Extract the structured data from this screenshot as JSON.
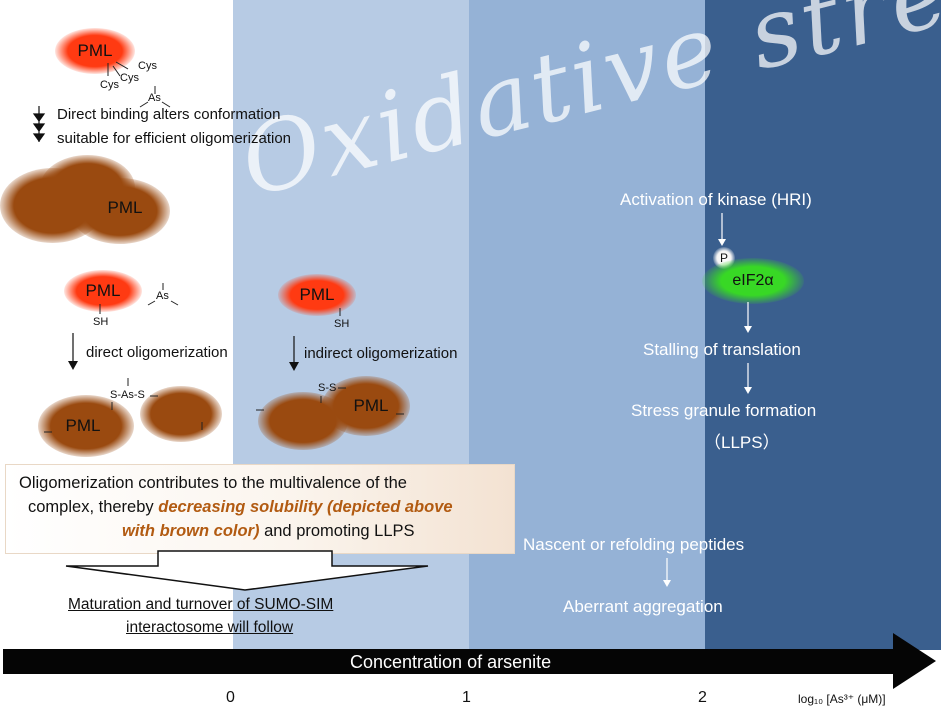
{
  "colors": {
    "band_left": "#ffffff",
    "band_1": "#b7cbe4",
    "band_2": "#95b2d6",
    "band_3": "#3a5f8e",
    "pml_red": "#ff3a12",
    "pml_brown": "#9a4a10",
    "eif2a_green": "#38d825",
    "emphasis_text": "#b25b12",
    "axis_bar": "#050505"
  },
  "watermark": "Oxidative stress",
  "left": {
    "pml_top": "PML",
    "cys1": "Cys",
    "cys2": "Cys",
    "cys3": "Cys",
    "as_top": "As",
    "direct_binding_line1": "Direct binding alters conformation",
    "direct_binding_line2": "suitable for efficient oligomerization",
    "pml_cluster": "PML",
    "pml_mid": "PML",
    "as_mid": "As",
    "sh_mid": "SH",
    "direct_oligo": "direct oligomerization",
    "s_as_s": "S-As-S",
    "pml_bottom": "PML",
    "pml_mid2": "PML",
    "sh_mid2": "SH",
    "indirect_oligo": "indirect oligomerization",
    "s_s": "S-S",
    "pml_bottom2": "PML"
  },
  "box": {
    "line1": "Oligomerization contributes to the multivalence of the",
    "line2a": "complex, thereby ",
    "line2b": "decreasing solubility (depicted above",
    "line3a": "with brown color)",
    "line3b": " and promoting LLPS"
  },
  "maturation": {
    "line1": "Maturation and turnover of SUMO-SIM",
    "line2": "interactosome will follow"
  },
  "right": {
    "kinase": "Activation of kinase (HRI)",
    "p": "P",
    "eif2a": "eIF2α",
    "stalling": "Stalling of translation",
    "granule": "Stress granule formation",
    "llps": "（LLPS）",
    "nascent": "Nascent or refolding peptides",
    "aberrant": "Aberrant aggregation"
  },
  "axis": {
    "title": "Concentration of arsenite",
    "ticks": [
      "0",
      "1",
      "2"
    ],
    "unit": "log₁₀ [As³⁺ (μM)]"
  }
}
